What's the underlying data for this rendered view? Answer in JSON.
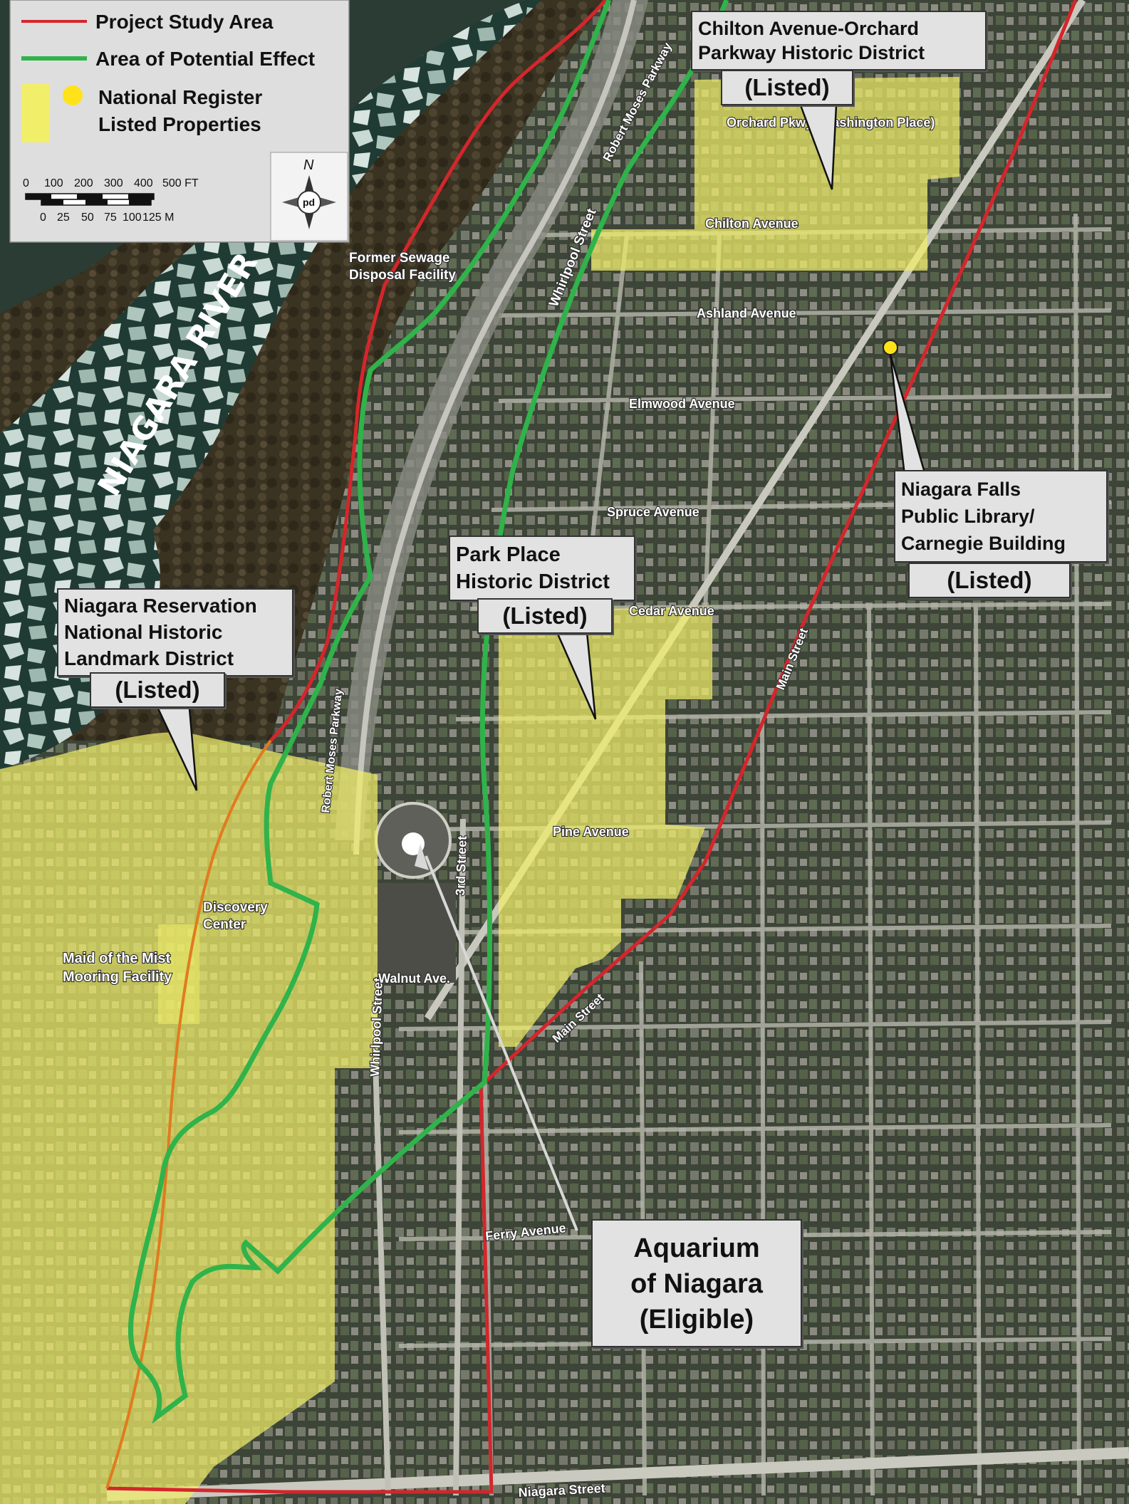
{
  "legend": {
    "items": [
      {
        "label": "Project Study Area",
        "color": "#d4262c"
      },
      {
        "label": "Area of Potential Effect",
        "color": "#2fb34a"
      },
      {
        "label_lines": [
          "National Register",
          "Listed Properties"
        ],
        "color": "#f1ee6a",
        "dot_color": "#ffe21a"
      }
    ],
    "scale_ft": [
      "0",
      "100",
      "200",
      "300",
      "400",
      "500 FT"
    ],
    "scale_m": [
      "0",
      "25",
      "50",
      "75",
      "100",
      "125 M"
    ],
    "north_label": "N",
    "logo_text": "pd"
  },
  "river_label": "NIAGARA RIVER",
  "streets": {
    "robert_moses_parkway": "Robert Moses Parkway",
    "whirlpool_street": "Whirlpool Street",
    "orchard_parkway": "Orchard Pkwy (Washington Place)",
    "chilton_avenue": "Chilton Avenue",
    "ashland_avenue": "Ashland Avenue",
    "elmwood_avenue": "Elmwood Avenue",
    "spruce_avenue": "Spruce Avenue",
    "cedar_avenue": "Cedar Avenue",
    "pine_avenue": "Pine Avenue",
    "main_street": "Main Street",
    "third_street": "3rd Street",
    "walnut_ave": "Walnut Ave.",
    "ferry_avenue": "Ferry Avenue",
    "niagara_street": "Niagara Street"
  },
  "places": {
    "sewage_lines": [
      "Former Sewage",
      "Disposal Facility"
    ],
    "discovery_lines": [
      "Discovery",
      "Center"
    ],
    "maid_lines": [
      "Maid of the Mist",
      "Mooring Facility"
    ]
  },
  "callouts": {
    "chilton": {
      "lines": [
        "Chilton Avenue-Orchard",
        "Parkway Historic District"
      ],
      "status": "(Listed)"
    },
    "library": {
      "lines": [
        "Niagara Falls",
        "Public Library/",
        "Carnegie Building"
      ],
      "status": "(Listed)"
    },
    "park_place": {
      "lines": [
        "Park Place",
        "Historic District"
      ],
      "status": "(Listed)"
    },
    "reservation": {
      "lines": [
        "Niagara Reservation",
        "National Historic",
        "Landmark District"
      ],
      "status": "(Listed)"
    },
    "aquarium": {
      "lines": [
        "Aquarium",
        "of Niagara",
        "(Eligible)"
      ]
    }
  }
}
